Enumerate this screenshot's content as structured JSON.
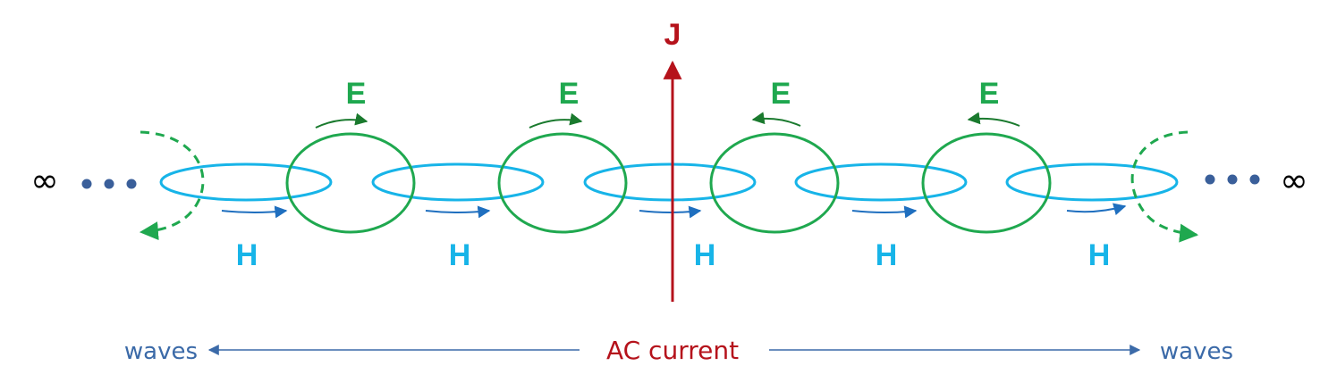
{
  "labels": {
    "current": "J",
    "electric": "E",
    "magnetic": "H",
    "infinity": "∞",
    "waves_left": "waves",
    "waves_right": "waves",
    "source": "AC current"
  },
  "colors": {
    "electric": "#1fa84f",
    "electric_arrow": "#1a7a2e",
    "magnetic": "#17b4e8",
    "magnetic_arrow": "#1f6fbf",
    "current": "#b5121b",
    "dots": "#3a5f9a",
    "waves_text": "#3b6aa8",
    "infinity": "#000000"
  }
}
